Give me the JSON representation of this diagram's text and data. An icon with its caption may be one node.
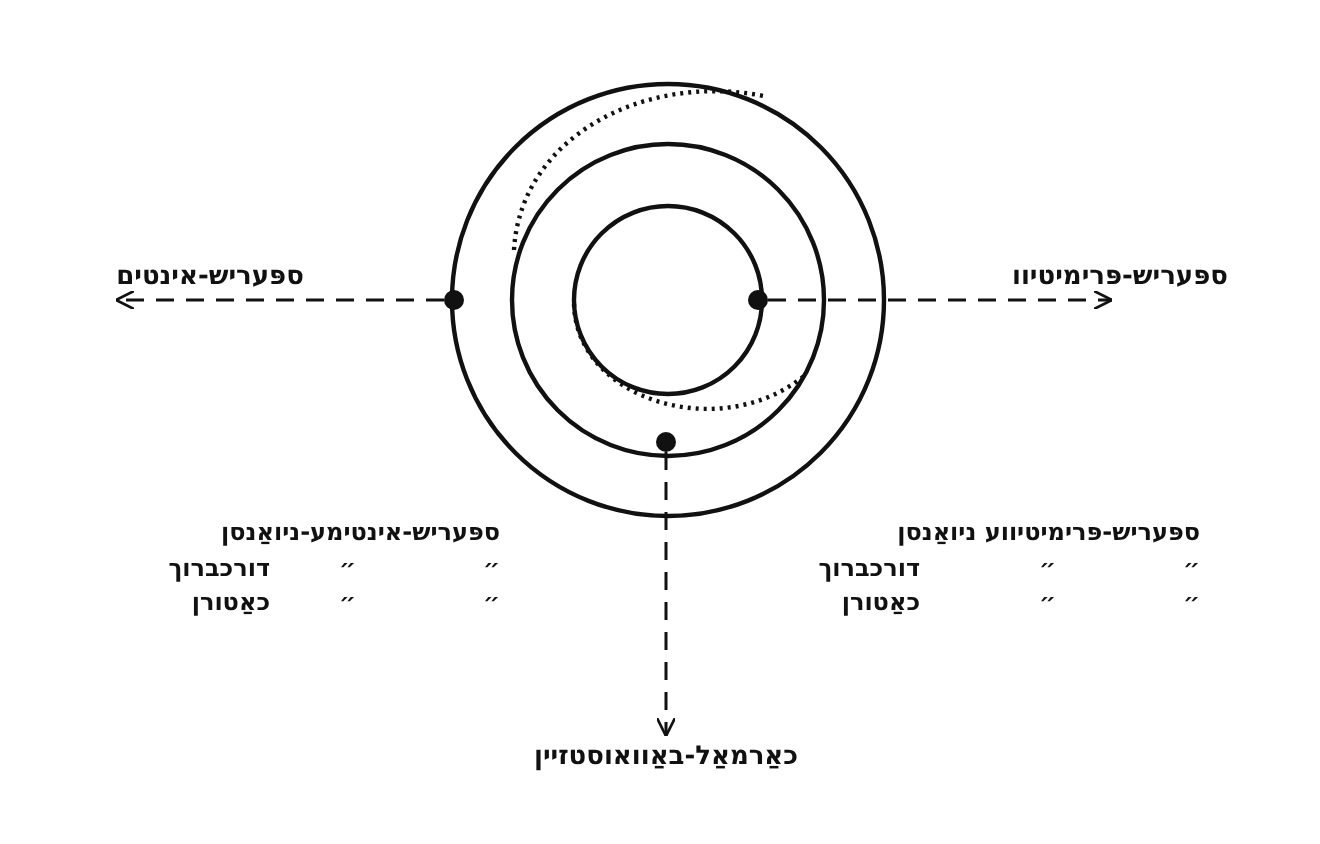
{
  "diagram": {
    "nodes": [
      {
        "text": [
          "ספּעריש-פּרימיטיוו"
        ]
      },
      {
        "text": [
          "ספּעריש-אינטים"
        ]
      },
      {
        "text": [],
        "shape": "circle"
      },
      {
        "text": [],
        "shape": "circle"
      },
      {
        "text": [],
        "shape": "circle"
      },
      {
        "text": [
          "כאַרמאַל-באַוואוסטזיין"
        ]
      }
    ],
    "edges": [
      {
        "from": 3,
        "to": 0,
        "arrow": "to",
        "style": "dashed"
      },
      {
        "from": 2,
        "to": 1,
        "arrow": "to",
        "style": "dashed"
      },
      {
        "from": 4,
        "to": 5,
        "arrow": "to",
        "style": "dashed"
      }
    ],
    "labels": [
      "ספּעריש-פּרימיטיווע ניואַנסן",
      "״",
      "״",
      "דורכברוך",
      "״",
      "״",
      "כאַטורן",
      "ספּעריש-אינטימע-ניואַנסן",
      "״",
      "״",
      "דורכברוך",
      "״",
      "״",
      "כאַטורן"
    ]
  }
}
